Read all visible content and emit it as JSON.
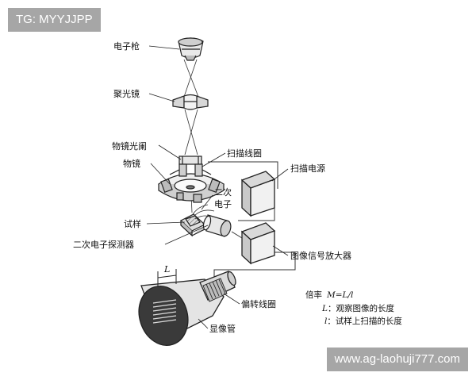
{
  "watermark_top": "TG: MYYJJPP",
  "watermark_bottom": "www.ag-laohuji777.com",
  "labels": {
    "electron_gun": "电子枪",
    "condenser_lens": "聚光镜",
    "objective_aperture": "物镜光阑",
    "objective_lens": "物镜",
    "scan_coil": "扫描线圈",
    "scan_power": "扫描电源",
    "secondary_electron_1": "二次",
    "secondary_electron_2": "电子",
    "specimen": "试样",
    "se_detector": "二次电子探测器",
    "video_amplifier": "图像信号放大器",
    "deflection_coil": "偏转线圈",
    "display_tube": "显像管",
    "L_mark": "L"
  },
  "formula": {
    "line1_prefix": "倍率",
    "line1_expr": "M=L/l",
    "line2_var": "L",
    "line2_text": "：观察图像的长度",
    "line3_var": "l",
    "line3_text": "：试样上扫描的长度"
  }
}
